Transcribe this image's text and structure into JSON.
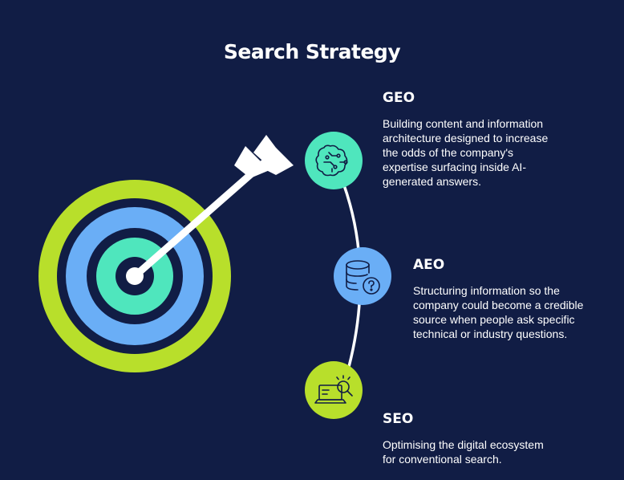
{
  "title": "Search Strategy",
  "colors": {
    "background": "#111d45",
    "lime": "#b8df2b",
    "blue": "#6aaef6",
    "mint": "#4fe6bd",
    "navy": "#111d45",
    "white": "#ffffff"
  },
  "items": [
    {
      "title": "GEO",
      "description": "Building content and information architecture designed to increase the odds of the company's expertise surfacing inside AI-generated answers.",
      "icon": "brain-circuit-icon",
      "color": "#4fe6bd"
    },
    {
      "title": "AEO",
      "description": "Structuring information so the company could become a credible source when people ask specific technical or industry questions.",
      "icon": "database-question-icon",
      "color": "#6aaef6"
    },
    {
      "title": "SEO",
      "description": "Optimising the digital ecosystem for conventional search.",
      "icon": "laptop-search-icon",
      "color": "#b8df2b"
    }
  ]
}
